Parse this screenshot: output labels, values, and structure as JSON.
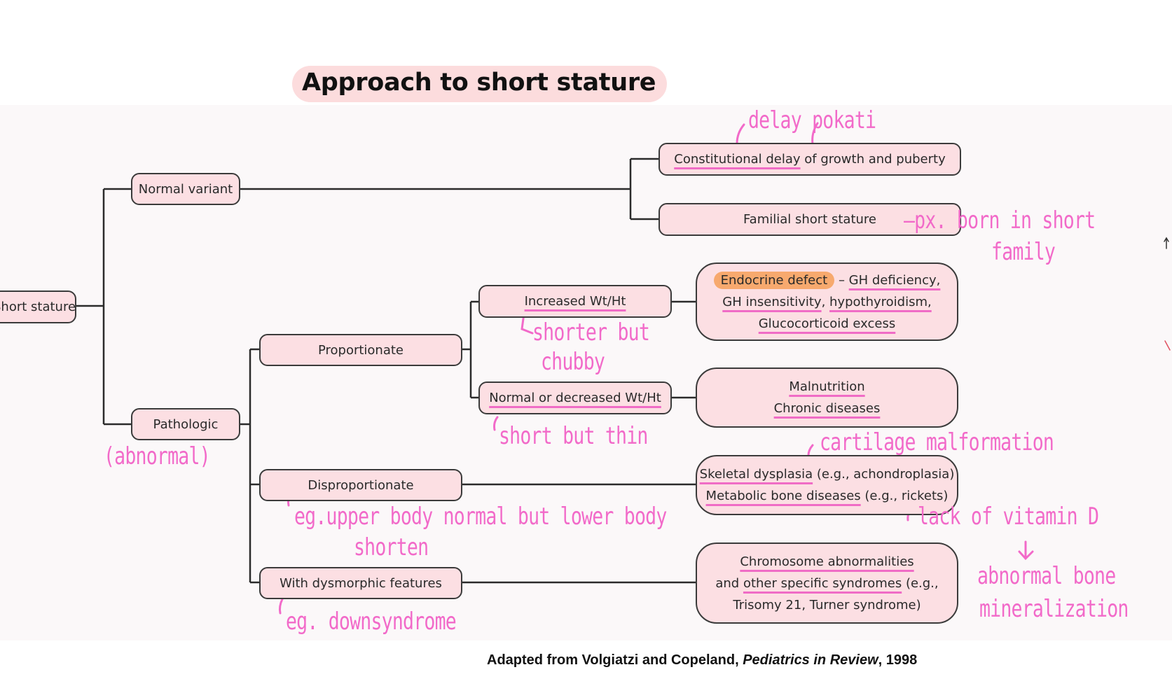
{
  "title": "Approach to short stature",
  "root": "Short stature",
  "nodes": {
    "normal_variant": "Normal variant",
    "pathologic": "Pathologic",
    "constitutional_delay": "Constitutional delay",
    "constitutional_rest": " of growth and puberty",
    "familial": "Familial short stature",
    "proportionate": "Proportionate",
    "disproportionate": "Disproportionate",
    "dysmorphic": "With dysmorphic features",
    "increased": "Increased Wt/Ht",
    "normal_decreased": "Normal or decreased Wt/Ht",
    "endocrine_defect": "Endocrine defect",
    "endocrine_dash": " – ",
    "gh_deficiency": "GH deficiency,",
    "gh_insensitivity": "GH insensitivity",
    "comma": ", ",
    "hypothyroidism": "hypothyroidism,",
    "glucocorticoid": "Glucocorticoid excess",
    "malnutrition": "Malnutrition",
    "chronic": "Chronic diseases",
    "skeletal": "Skeletal dysplasia",
    "skeletal_rest": " (e.g., achondroplasia)",
    "metabolic": "Metabolic bone diseases",
    "metabolic_rest": " (e.g., rickets)",
    "chromosome": "Chromosome abnormalities",
    "and_word": "and ",
    "other_syndromes": "other specific syndromes",
    "eg_open": " (e.g.,",
    "trisomy": "Trisomy 21, Turner syndrome)"
  },
  "annotations": {
    "delay": "delay pokati",
    "familial": "—px. born in short",
    "familial2": "family",
    "chubby1": "shorter but",
    "chubby2": "chubby",
    "thin": "short but thin",
    "abnormal": "(abnormal)",
    "cartilage": "cartilage malformation",
    "upper1": "eg.upper body normal but lower body",
    "upper2": "shorten",
    "vitamin": "lack of vitamin D",
    "bone1": "abnormal bone",
    "bone2": "mineralization",
    "down": "eg. downsyndrome"
  },
  "footer": {
    "prefix": "Adapted from Volgiatzi and Copeland, ",
    "journal": "Pediatrics in Review",
    "suffix": ", 1998"
  },
  "colors": {
    "node_fill": "#fcdfe3",
    "annotation": "#f26ac9",
    "highlight": "#f7a96e",
    "title_pill": "#fcdcdd"
  }
}
